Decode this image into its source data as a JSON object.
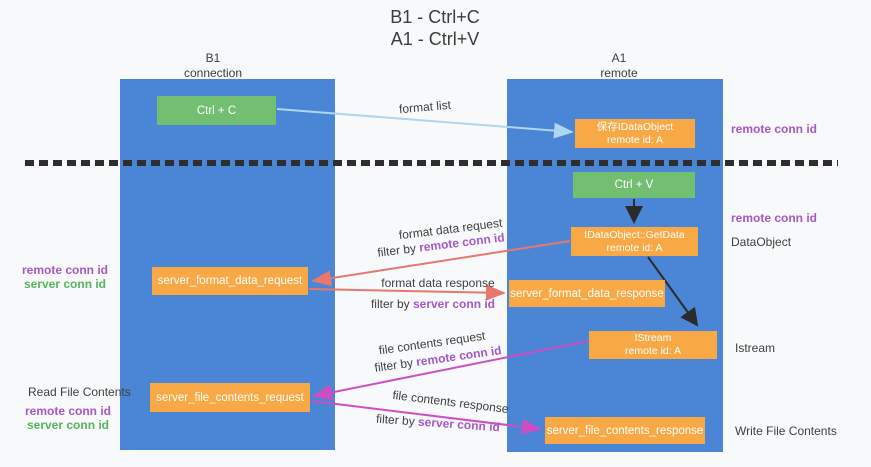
{
  "title": {
    "line1": "B1 - Ctrl+C",
    "line2": "A1 - Ctrl+V"
  },
  "columns": {
    "left": {
      "header_line1": "B1",
      "header_line2": "connection"
    },
    "right": {
      "header_line1": "A1",
      "header_line2": "remote"
    }
  },
  "boxes": {
    "ctrl_c": "Ctrl + C",
    "ctrl_v": "Ctrl + V",
    "save_idataobject": {
      "line1": "保存IDataObject",
      "line2": "remote id: A"
    },
    "getdata": {
      "line1": "IDataObject::GetData",
      "line2": "remote id: A"
    },
    "istream": {
      "line1": "IStream",
      "line2": "remote id: A"
    },
    "server_format_data_request": "server_format_data_request",
    "server_format_data_response": "server_format_data_response",
    "server_file_contents_request": "server_file_contents_request",
    "server_file_contents_response": "server_file_contents_response"
  },
  "arrow_labels": {
    "format_list": "format list",
    "format_data_request": "format data request",
    "format_data_response": "format data response",
    "file_contents_request": "file contents request",
    "file_contents_response": "file contents response",
    "filter_by": "filter by ",
    "remote_conn_id": "remote conn id",
    "server_conn_id": "server conn id"
  },
  "side_labels": {
    "remote_conn_id_top_right": "remote conn id",
    "remote_conn_id_mid_right": "remote conn id",
    "dataobject": "DataObject",
    "istream": "Istream",
    "write_file_contents": "Write File Contents",
    "read_file_contents": "Read File Contents",
    "left_remote_conn_id_1": "remote conn id",
    "left_server_conn_id_1": "server conn id",
    "left_remote_conn_id_2": "remote conn id",
    "left_server_conn_id_2": "server conn id"
  },
  "colors": {
    "column_blue": "#4a85d6",
    "box_orange": "#f8a844",
    "box_green": "#72bf72",
    "arrow_light_blue": "#aed5f2",
    "arrow_salmon": "#e8776e",
    "arrow_magenta": "#cb4ec2",
    "arrow_black": "#2b2b2b",
    "text_purple": "#a757c8",
    "text_green": "#56b45c",
    "background": "#f8f9fa"
  }
}
